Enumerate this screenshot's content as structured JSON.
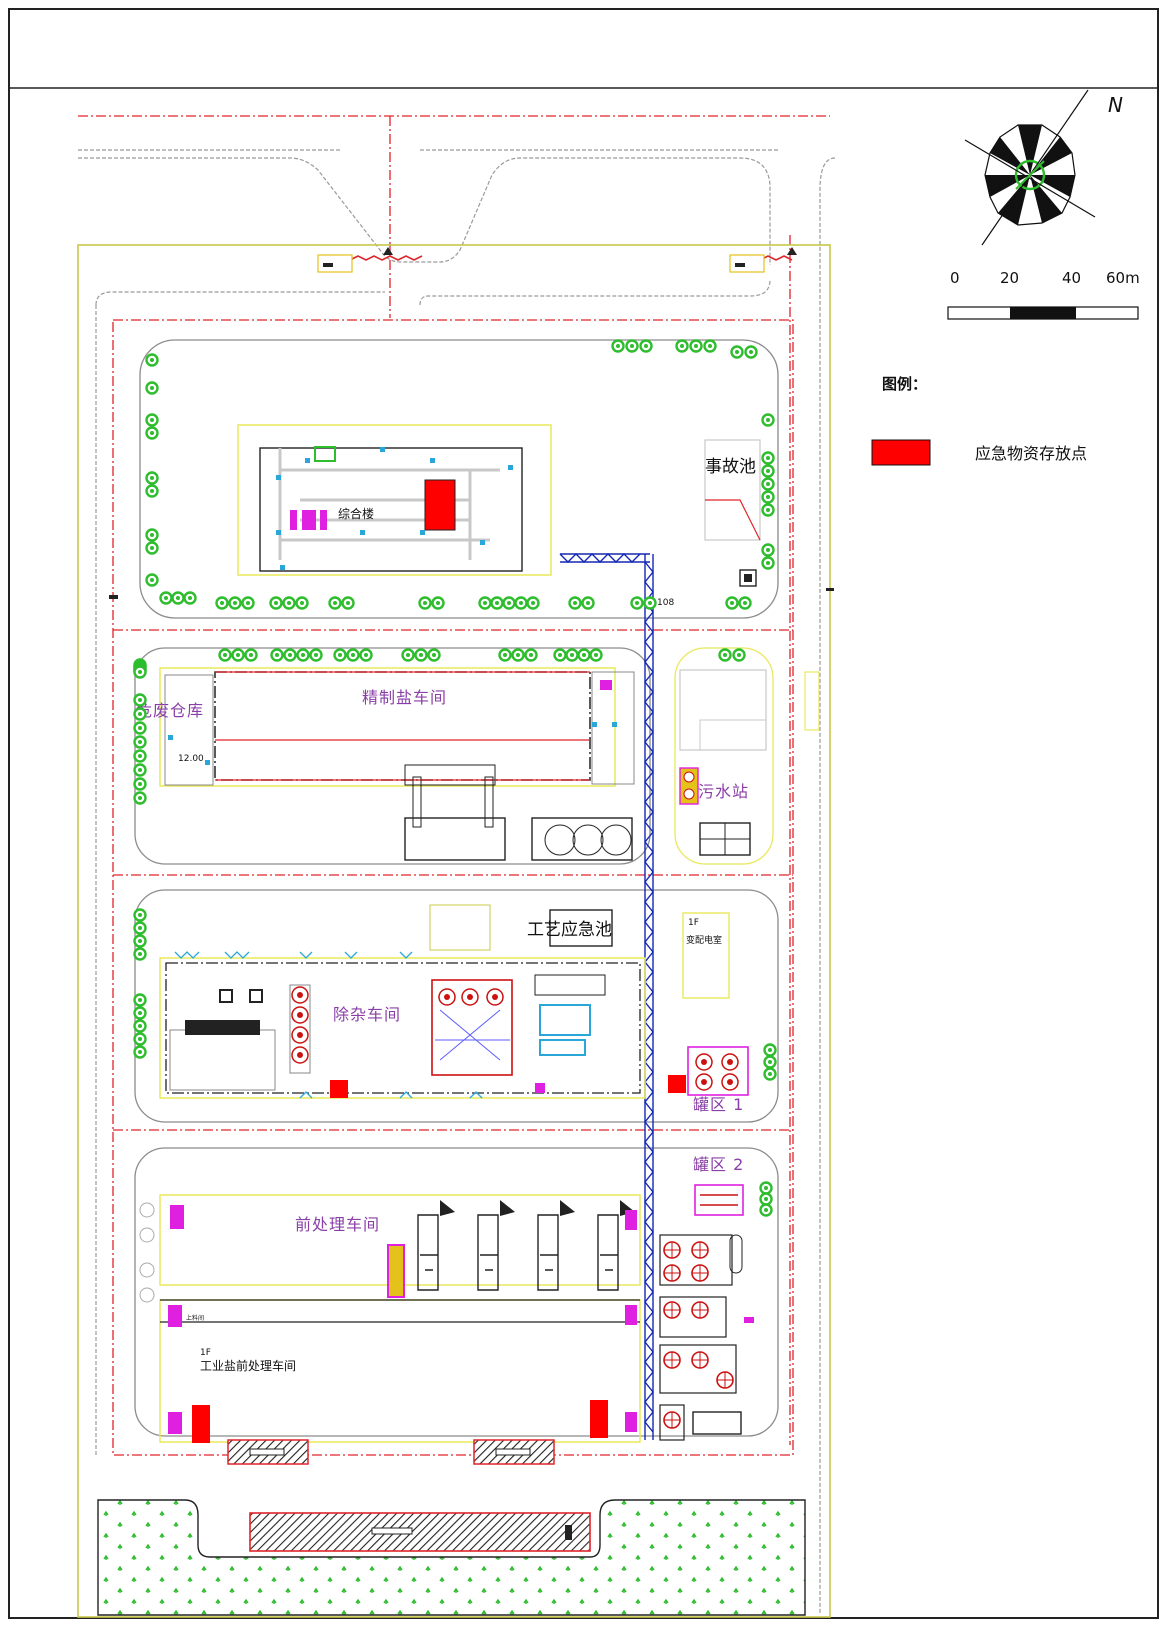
{
  "compass": {
    "north_label": "N"
  },
  "scale_bar": {
    "ticks": [
      "0",
      "20",
      "40",
      "60m"
    ]
  },
  "legend": {
    "title": "图例：",
    "items": [
      {
        "label": "应急物资存放点",
        "color": "#ff0000"
      }
    ]
  },
  "buildings": {
    "office": "综合楼",
    "accident_pool": "事故池",
    "refined_salt": "精制盐车间",
    "hazardous_waste": "危废仓库",
    "wastewater": "污水站",
    "impurity_removal": "除杂车间",
    "process_emergency_pool": "工艺应急池",
    "substation_floor": "1F",
    "substation": "变配电室",
    "tank_area_1": "罐区 1",
    "tank_area_2": "罐区 2",
    "pretreatment": "前处理车间",
    "pretreatment_floor": "1F",
    "pretreatment_full": "工业盐前处理车间"
  },
  "labels": {
    "elevation_label": "12.00",
    "pipe_label": "108",
    "pipe_rack": "上料间"
  },
  "colors": {
    "emergency_red": "#ff0000",
    "building_outline": "#e8e85a",
    "fence_red": "#e0242b",
    "pipe_blue": "#1428b4",
    "tree_green": "#2dbd2d",
    "hall_text": "#8a3fa8",
    "magenta": "#e020e0"
  }
}
